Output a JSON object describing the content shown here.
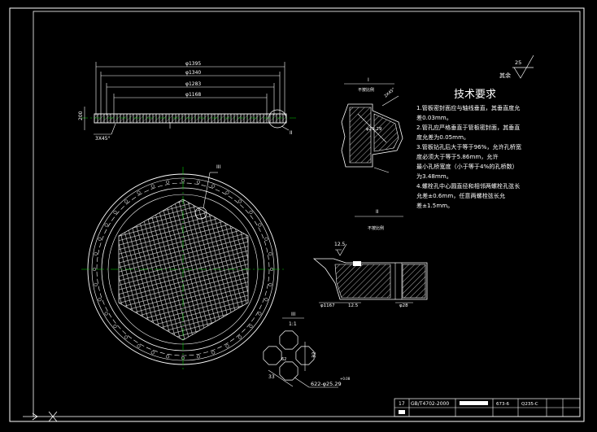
{
  "colors": {
    "background": "#000000",
    "line": "#ffffff",
    "centerline": "#00cc00",
    "dimension": "#ffffff",
    "highlight": "#ffff00"
  },
  "top_view": {
    "dims": [
      "φ1395",
      "φ1340",
      "φ1283",
      "φ1168"
    ],
    "left_dim_vertical": "200",
    "chamfer": "3X45°",
    "detail_mark": "II"
  },
  "plan_view": {
    "detail_mark": "III"
  },
  "detail_I": {
    "title": "I",
    "subtitle": "不按比例",
    "dim_hole": "φ25.29",
    "chamfer_label": "2X45°"
  },
  "detail_II": {
    "title": "II",
    "subtitle": "不按比例",
    "roughness": "12.5",
    "dim_a": "φ1167",
    "dim_b": "12.5",
    "dim_c": "φ28"
  },
  "detail_III": {
    "title": "III",
    "scale": "1:1",
    "dim_pitch": "32",
    "dim_horizontal": "33",
    "dim_small": "62",
    "hole_spec": "622-φ25.29",
    "hole_tol": "+0.08"
  },
  "roughness_note": {
    "value": "25",
    "label": "其余"
  },
  "requirements": {
    "title": "技术要求",
    "lines": [
      "1.管板密封面应与轴线垂直，其垂直度允",
      "差0.03mm。",
      "2.管孔应严格垂直于管板密封面，其垂直",
      "度允差为0.05mm。",
      "3.管板钻孔后大于等于96%，允许孔桥宽",
      "度必须大于等于5.86mm，允许",
      " 最小孔桥宽度（小于等于4%的孔桥数）",
      "为3.48mm。",
      "4.螺栓孔中心圆直径和相邻两螺栓孔弦长",
      "允差±0.6mm，任意两螺栓弦长允",
      " 差±1.5mm。"
    ]
  },
  "title_block": {
    "item_no": "17",
    "standard": "GB/T4702-2000",
    "code": "673-6",
    "material": "Q235-C"
  }
}
